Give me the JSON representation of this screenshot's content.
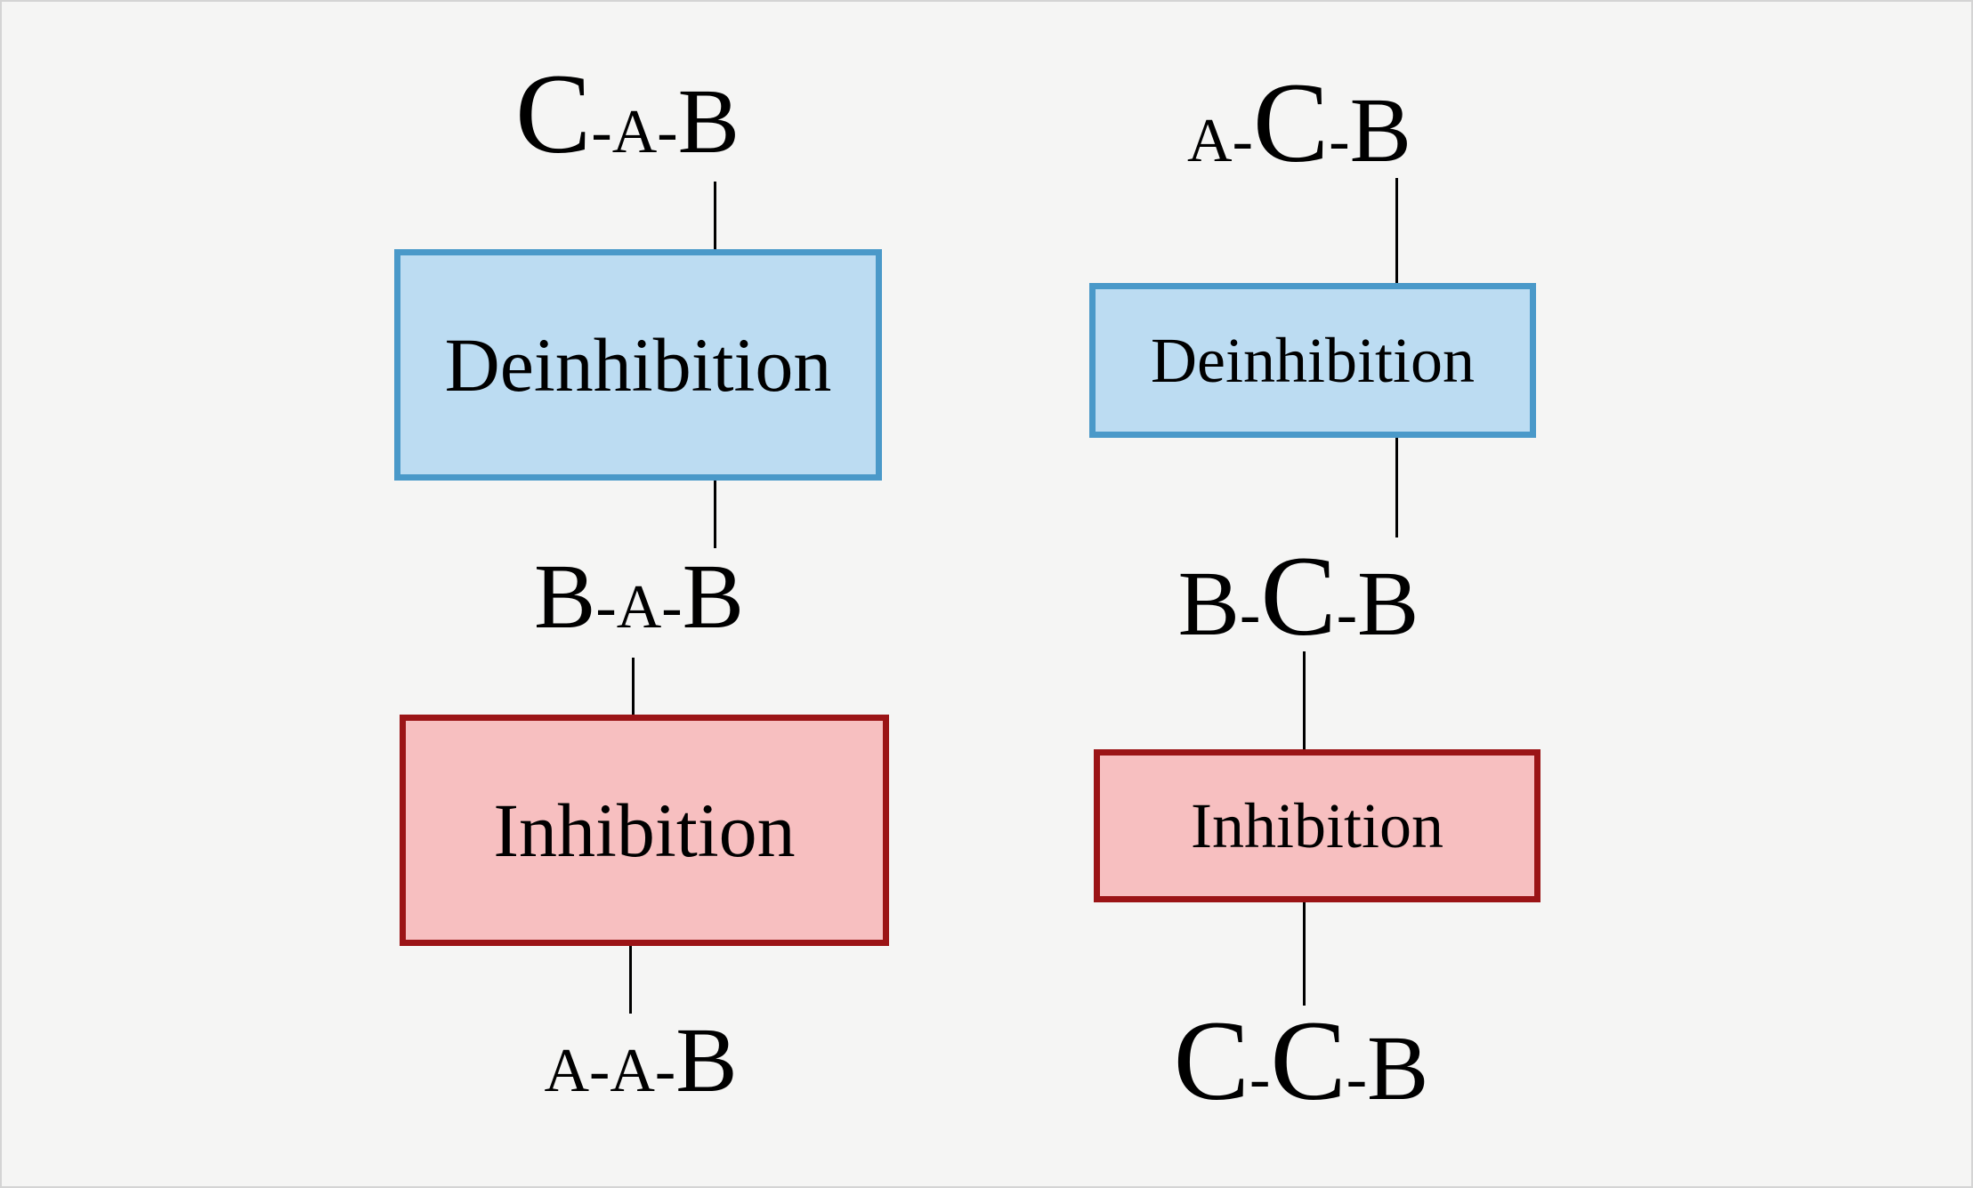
{
  "colors": {
    "background": "#f5f5f4",
    "deinhibition_fill": "#bcdcf2",
    "deinhibition_border": "#4a99c9",
    "inhibition_fill": "#f7bfc0",
    "inhibition_border": "#9b1416"
  },
  "columns": [
    {
      "top": [
        {
          "text": "C",
          "size": "large"
        },
        {
          "text": "-",
          "size": "small"
        },
        {
          "text": "A",
          "size": "small"
        },
        {
          "text": "-",
          "size": "small"
        },
        {
          "text": "B",
          "size": "medium"
        }
      ],
      "box1_label": "Deinhibition",
      "middle": [
        {
          "text": "B",
          "size": "medium"
        },
        {
          "text": "-",
          "size": "small"
        },
        {
          "text": "A",
          "size": "small"
        },
        {
          "text": "-",
          "size": "small"
        },
        {
          "text": "B",
          "size": "medium"
        }
      ],
      "box2_label": "Inhibition",
      "bottom": [
        {
          "text": "A",
          "size": "small"
        },
        {
          "text": "-",
          "size": "small"
        },
        {
          "text": "A",
          "size": "small"
        },
        {
          "text": "-",
          "size": "small"
        },
        {
          "text": "B",
          "size": "medium"
        }
      ]
    },
    {
      "top": [
        {
          "text": "A",
          "size": "small"
        },
        {
          "text": "-",
          "size": "small"
        },
        {
          "text": "C",
          "size": "large"
        },
        {
          "text": "-",
          "size": "small"
        },
        {
          "text": "B",
          "size": "medium"
        }
      ],
      "box1_label": "Deinhibition",
      "middle": [
        {
          "text": "B",
          "size": "medium"
        },
        {
          "text": "-",
          "size": "small"
        },
        {
          "text": "C",
          "size": "large"
        },
        {
          "text": "-",
          "size": "small"
        },
        {
          "text": "B",
          "size": "medium"
        }
      ],
      "box2_label": "Inhibition",
      "bottom": [
        {
          "text": "C",
          "size": "large"
        },
        {
          "text": "-",
          "size": "small"
        },
        {
          "text": "C",
          "size": "large"
        },
        {
          "text": "-",
          "size": "small"
        },
        {
          "text": "B",
          "size": "medium"
        }
      ]
    }
  ]
}
